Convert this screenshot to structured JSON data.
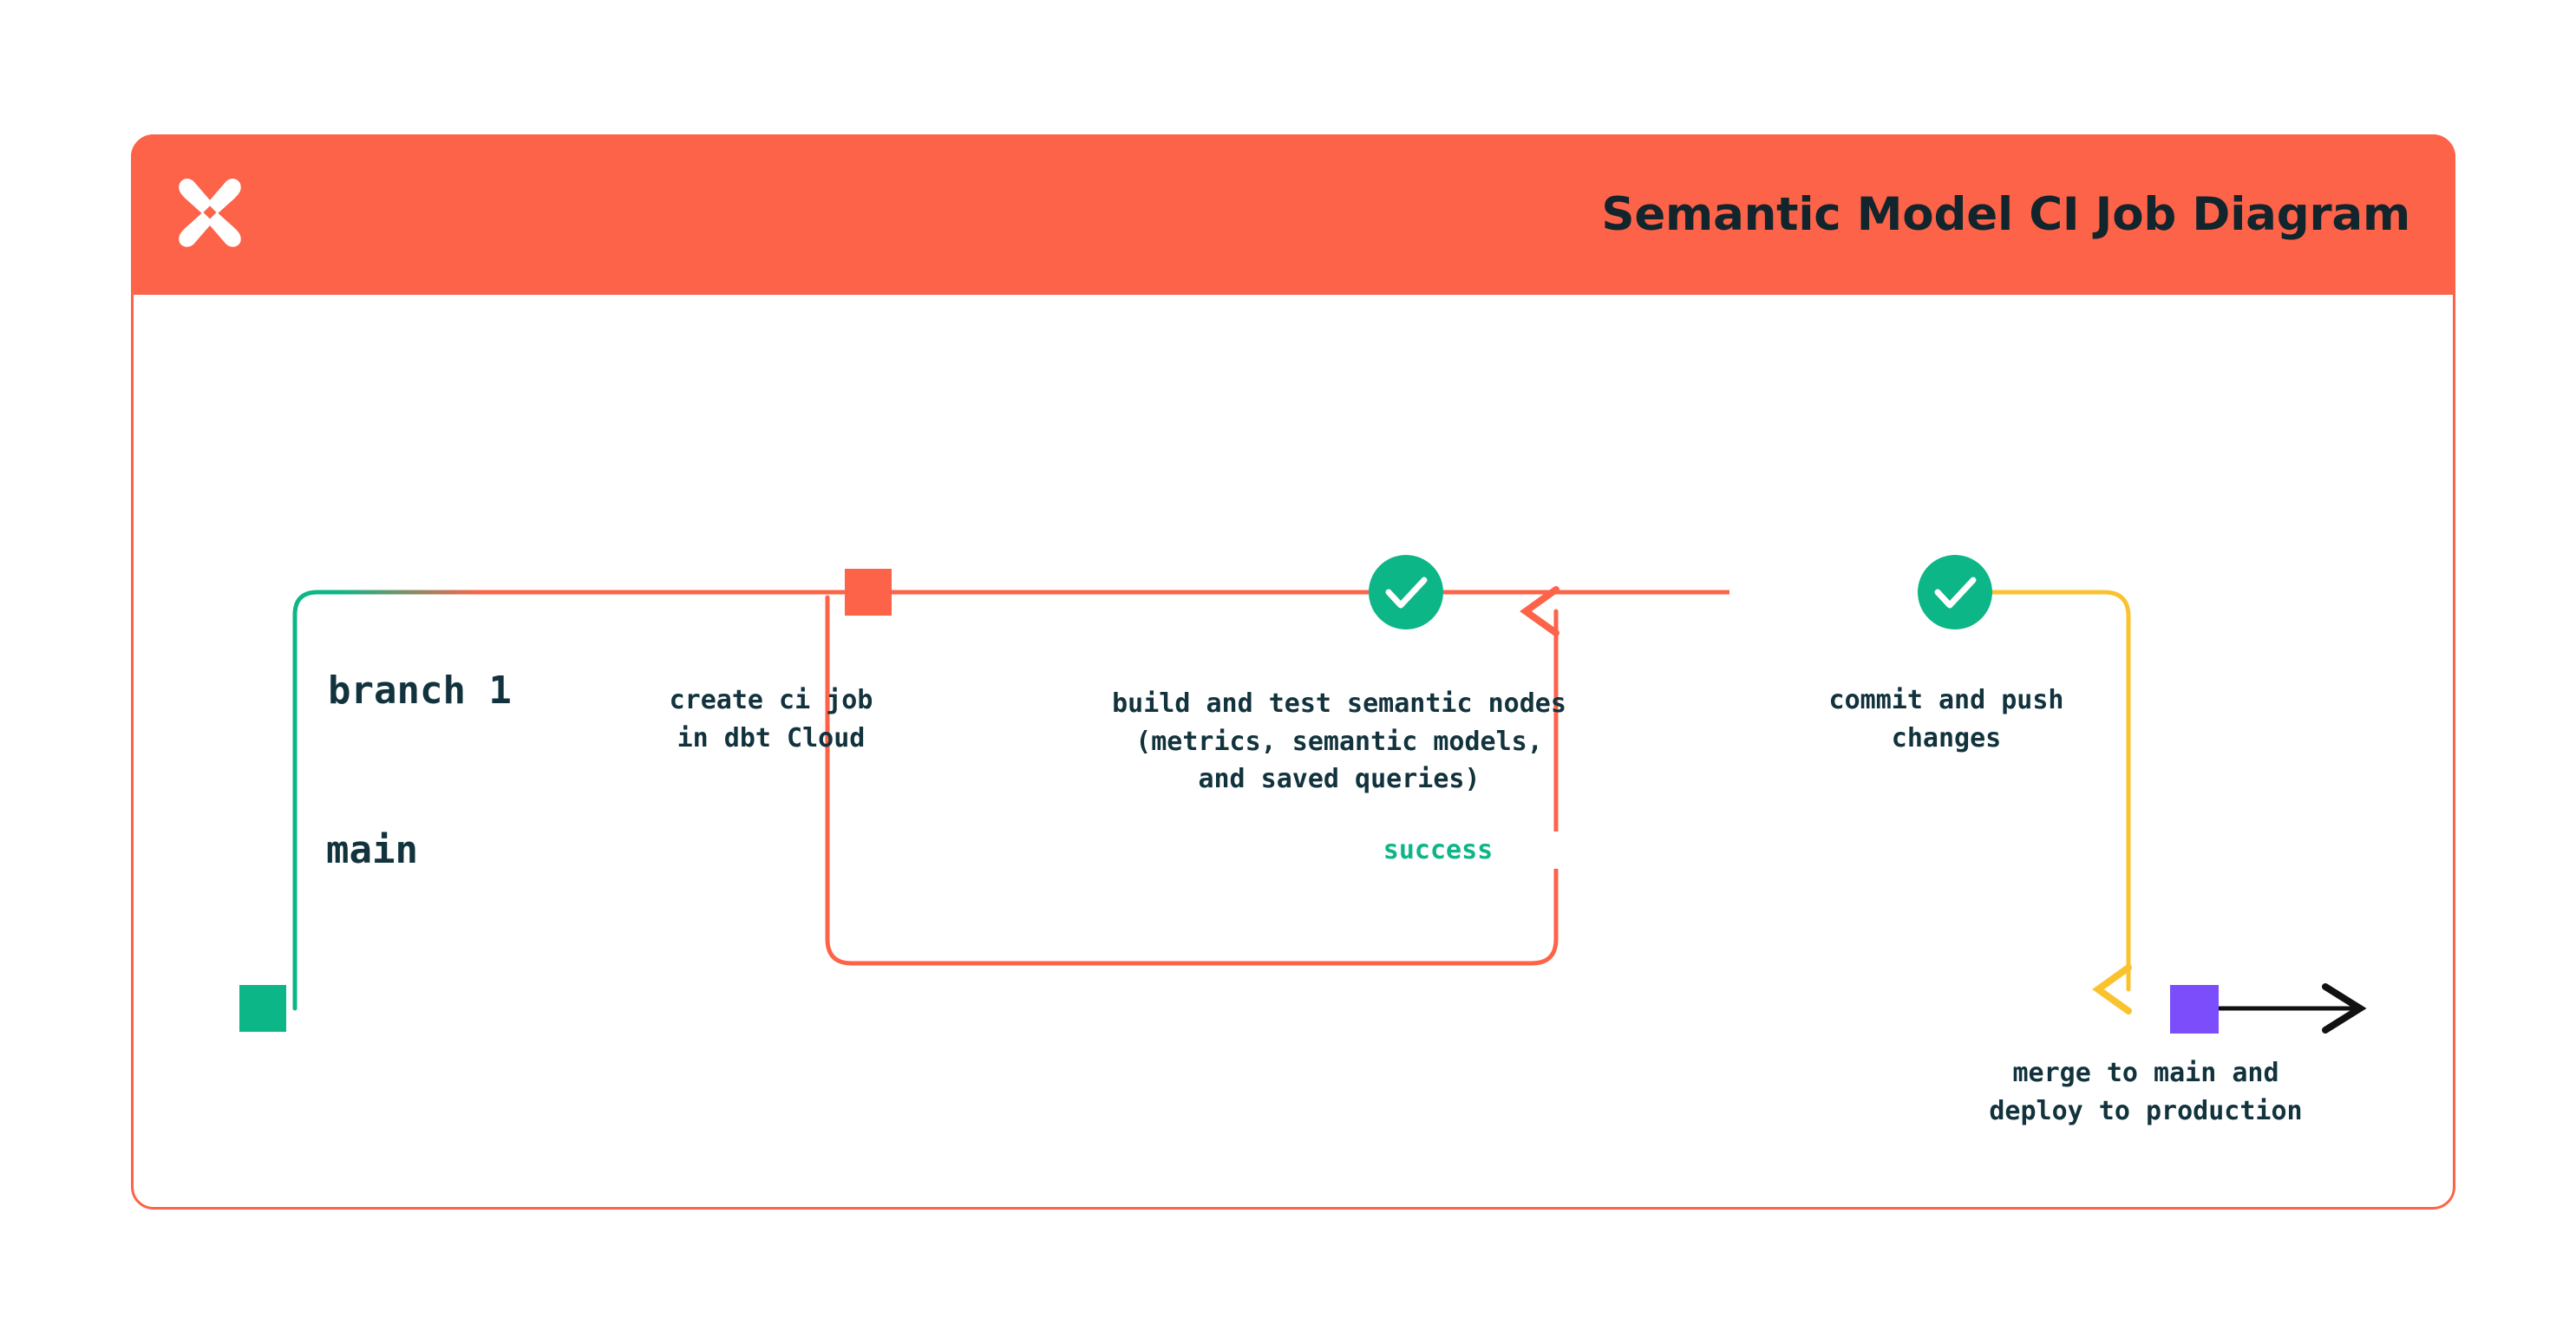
{
  "card": {
    "header": {
      "title": "Semantic Model CI Job Diagram",
      "logo_icon": "dbt-x-logo-icon",
      "background_color": "#FC6348",
      "title_color": "#12242C"
    },
    "border_color": "#FC6348"
  },
  "diagram": {
    "type": "git-branch-flow",
    "rows": [
      {
        "id": "branch1",
        "label": "branch 1",
        "line_color": "#FC6348"
      },
      {
        "id": "main",
        "label": "main",
        "line_color": "#0DB687"
      }
    ],
    "nodes": [
      {
        "id": "create-ci-job",
        "row": "branch1",
        "marker": "square",
        "marker_color": "#FC6348",
        "caption": "create ci job\nin dbt Cloud"
      },
      {
        "id": "build-and-test",
        "row": "branch1",
        "marker": "check-circle",
        "marker_color": "#0DB687",
        "caption": "build and test semantic nodes\n(metrics, semantic models,\nand saved queries)"
      },
      {
        "id": "commit-and-push",
        "row": "branch1",
        "marker": "check-circle",
        "marker_color": "#0DB687",
        "caption": "commit and push\nchanges"
      },
      {
        "id": "merge-to-main",
        "row": "main",
        "marker": "square",
        "marker_color": "#7C4DFB",
        "caption": "merge to main and\ndeploy to production"
      }
    ],
    "edges": [
      {
        "id": "branch-off",
        "from": "main",
        "to": "branch1",
        "color_from": "#0DB687",
        "color_to": "#FC6348"
      },
      {
        "id": "success-loop",
        "label": "success",
        "label_color": "#0DB687",
        "color": "#FC6348",
        "arrow": "up"
      },
      {
        "id": "merge-edge",
        "from": "branch1",
        "to": "main",
        "color": "#F9C22E",
        "arrow": "down"
      },
      {
        "id": "production-arrow",
        "color": "#111111",
        "arrow": "right"
      }
    ],
    "colors": {
      "orange": "#FC6348",
      "green": "#0DB687",
      "yellow": "#F9C22E",
      "purple": "#7C4DFB",
      "navy": "#12333D",
      "black": "#111111"
    }
  }
}
